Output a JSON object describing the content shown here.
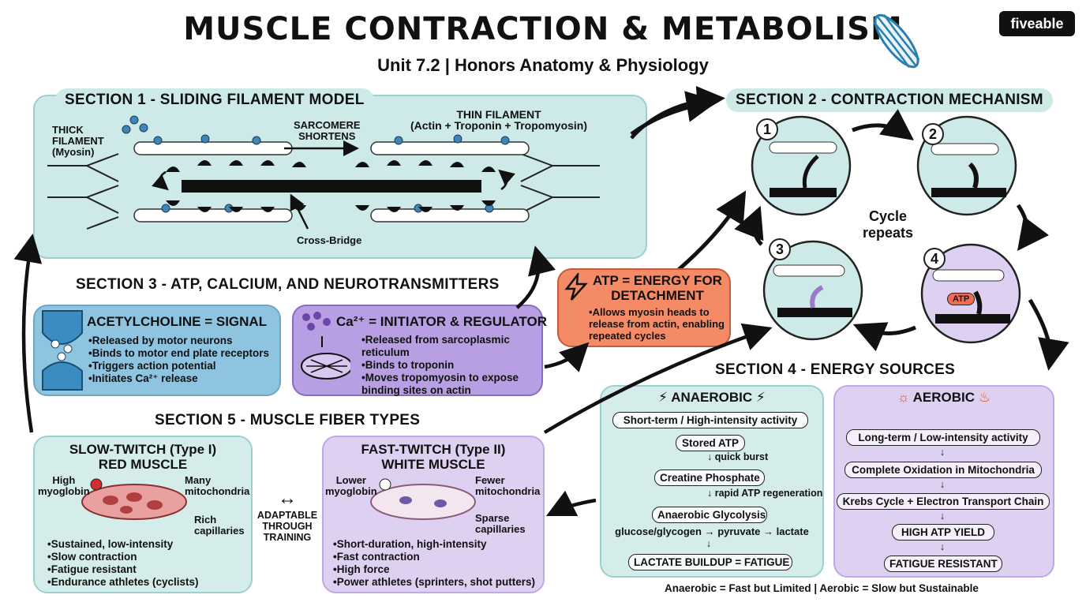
{
  "header": {
    "title": "MUSCLE CONTRACTION & METABOLISM",
    "subtitle": "Unit 7.2  |  Honors Anatomy & Physiology",
    "brand": "fiveable"
  },
  "section1": {
    "heading": "SECTION 1 - SLIDING FILAMENT MODEL",
    "thick_label": "THICK\nFILAMENT\n(Myosin)",
    "thin_label": "THIN FILAMENT\n(Actin + Troponin + Tropomyosin)",
    "shortens_label": "SARCOMERE\nSHORTENS",
    "crossbridge_label": "Cross-Bridge"
  },
  "section2": {
    "heading": "SECTION 2 - CONTRACTION MECHANISM",
    "steps": [
      "1",
      "2",
      "3",
      "4"
    ],
    "cycle_label": "Cycle\nrepeats",
    "atp_tag": "ATP"
  },
  "section3": {
    "heading": "SECTION 3 - ATP, CALCIUM, AND NEUROTRANSMITTERS",
    "acetylcholine": {
      "title": "ACETYLCHOLINE = SIGNAL",
      "items": [
        "Released by motor neurons",
        "Binds to motor end plate receptors",
        "Triggers action potential",
        "Initiates Ca²⁺ release"
      ]
    },
    "calcium": {
      "title": "Ca²⁺ = INITIATOR & REGULATOR",
      "items": [
        "Released from sarcoplasmic reticulum",
        "Binds to troponin",
        "Moves tropomyosin to expose binding sites on actin"
      ]
    },
    "atp": {
      "title": "ATP = ENERGY FOR DETACHMENT",
      "items": [
        "Allows myosin heads to release from actin, enabling repeated cycles"
      ]
    }
  },
  "section4": {
    "heading": "SECTION 4 - ENERGY SOURCES",
    "anaerobic": {
      "title": "ANAEROBIC",
      "steps": [
        "Short-term / High-intensity activity",
        "Stored ATP",
        "Creatine Phosphate",
        "Anaerobic Glycolysis",
        "LACTATE BUILDUP = FATIGUE"
      ],
      "notes": [
        "quick burst",
        "rapid ATP regeneration",
        "glucose/glycogen → pyruvate → lactate"
      ]
    },
    "aerobic": {
      "title": "AEROBIC",
      "steps": [
        "Long-term / Low-intensity activity",
        "Complete Oxidation in Mitochondria",
        "Krebs Cycle + Electron Transport Chain",
        "HIGH ATP YIELD",
        "FATIGUE RESISTANT"
      ]
    },
    "footer": "Anaerobic = Fast but Limited  |  Aerobic = Slow but Sustainable"
  },
  "section5": {
    "heading": "SECTION 5 - MUSCLE FIBER TYPES",
    "slow": {
      "title": "SLOW-TWITCH (Type I)\nRED MUSCLE",
      "labels": [
        "High\nmyoglobin",
        "Many\nmitochondria",
        "Rich\ncapillaries"
      ],
      "items": [
        "Sustained, low-intensity",
        "Slow contraction",
        "Fatigue resistant",
        "Endurance athletes (cyclists)"
      ]
    },
    "fast": {
      "title": "FAST-TWITCH (Type II)\nWHITE MUSCLE",
      "labels": [
        "Lower\nmyoglobin",
        "Fewer\nmitochondria",
        "Sparse\ncapillaries"
      ],
      "items": [
        "Short-duration, high-intensity",
        "Fast contraction",
        "High force",
        "Power athletes (sprinters, shot putters)"
      ]
    },
    "adaptable": "ADAPTABLE\nTHROUGH\nTRAINING"
  },
  "colors": {
    "teal": "#cde9e8",
    "blue": "#8ec4e0",
    "purple": "#b89fe3",
    "lavender": "#ddd0f1",
    "orange": "#f58b66",
    "myosin": "#111111",
    "actin_bead": "#3f86b8"
  },
  "icons": [
    "muscle-icon",
    "lightning-icon",
    "sun-icon",
    "flame-icon",
    "synapse-icon",
    "sarcoplasmic-reticulum-icon"
  ]
}
